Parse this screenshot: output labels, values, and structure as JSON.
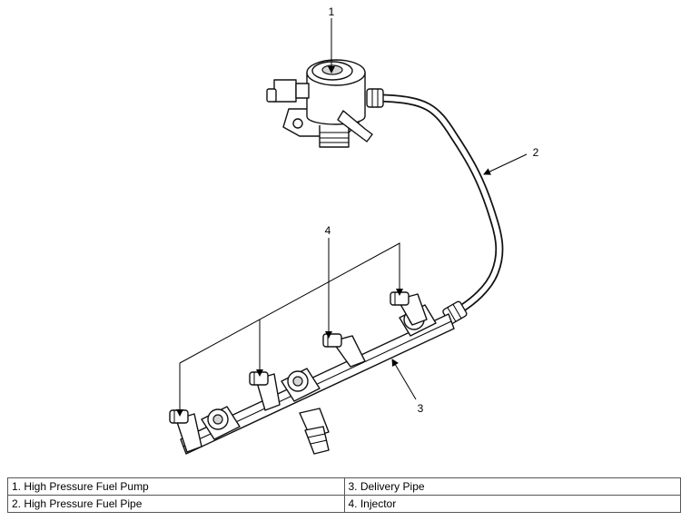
{
  "callouts": [
    "1",
    "2",
    "3",
    "4"
  ],
  "legend": {
    "rows": [
      [
        "1. High Pressure Fuel Pump",
        "3. Delivery Pipe"
      ],
      [
        "2. High Pressure Fuel Pipe",
        "4. Injector"
      ]
    ]
  }
}
